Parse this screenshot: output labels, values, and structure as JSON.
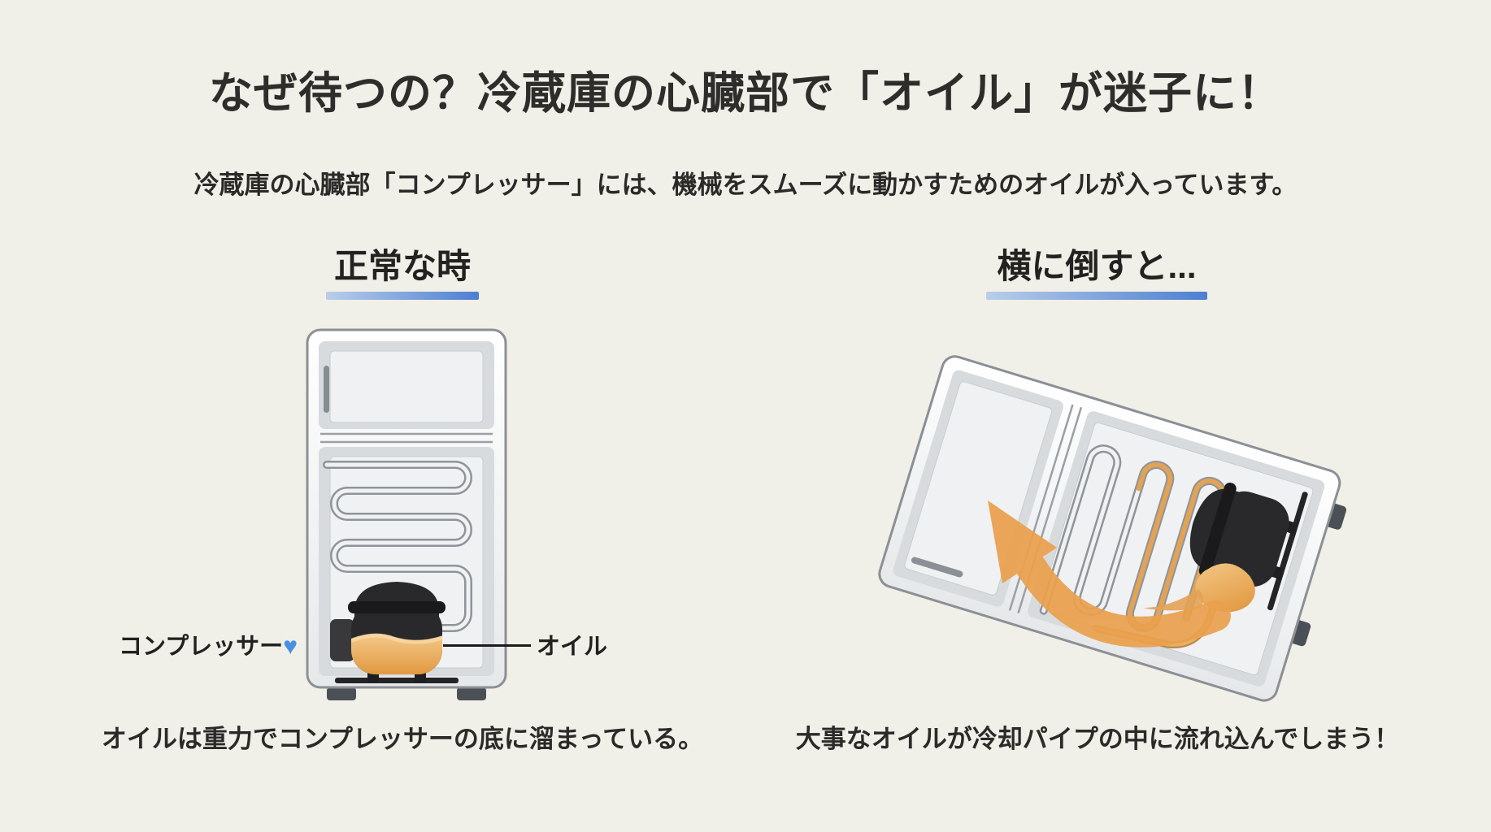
{
  "header": {
    "title": "なぜ待つの？冷蔵庫の心臓部で「オイル」が迷子に！",
    "subtitle": "冷蔵庫の心臓部「コンプレッサー」には、機械をスムーズに動かすためのオイルが入っています。"
  },
  "normal_panel": {
    "heading": "正常な時",
    "compressor_label": "コンプレッサー",
    "heart": "♥",
    "oil_label": "オイル",
    "caption": "オイルは重力でコンプレッサーの底に溜まっている。"
  },
  "tipped_panel": {
    "heading": "横に倒すと...",
    "caption": "大事なオイルが冷却パイプの中に流れ込んでしまう！"
  },
  "colors": {
    "background": "#f0efe8",
    "text_dark": "#2b2a28",
    "underline_blue_light": "#b9cee9",
    "underline_blue_dark": "#4d7fd1",
    "heart_blue": "#4a90e2",
    "oil_orange": "#df9338",
    "arrow_orange": "#eaa04d",
    "compressor_black": "#29292b",
    "fridge_gray": "#8b9095"
  }
}
